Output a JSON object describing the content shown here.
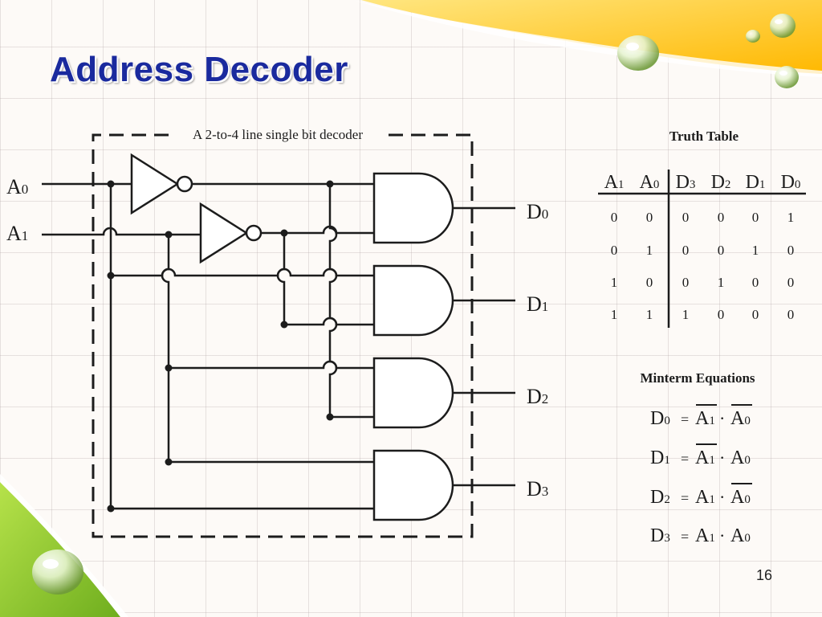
{
  "slide": {
    "title": "Address Decoder",
    "page_number": "16"
  },
  "decoder": {
    "caption": "A 2-to-4 line single bit decoder",
    "inputs": [
      {
        "base": "A",
        "sub": "0"
      },
      {
        "base": "A",
        "sub": "1"
      }
    ],
    "outputs": [
      {
        "base": "D",
        "sub": "0"
      },
      {
        "base": "D",
        "sub": "1"
      },
      {
        "base": "D",
        "sub": "2"
      },
      {
        "base": "D",
        "sub": "3"
      }
    ]
  },
  "truth_table": {
    "title": "Truth Table",
    "headers": [
      {
        "base": "A",
        "sub": "1"
      },
      {
        "base": "A",
        "sub": "0"
      },
      {
        "base": "D",
        "sub": "3"
      },
      {
        "base": "D",
        "sub": "2"
      },
      {
        "base": "D",
        "sub": "1"
      },
      {
        "base": "D",
        "sub": "0"
      }
    ],
    "rows": [
      [
        "0",
        "0",
        "0",
        "0",
        "0",
        "1"
      ],
      [
        "0",
        "1",
        "0",
        "0",
        "1",
        "0"
      ],
      [
        "1",
        "0",
        "0",
        "1",
        "0",
        "0"
      ],
      [
        "1",
        "1",
        "1",
        "0",
        "0",
        "0"
      ]
    ]
  },
  "minterms": {
    "title": "Minterm Equations",
    "equations": [
      {
        "out": {
          "base": "D",
          "sub": "0"
        },
        "eq": "=",
        "a": {
          "base": "A",
          "sub": "1",
          "bar": true
        },
        "dot": "·",
        "b": {
          "base": "A",
          "sub": "0",
          "bar": true
        }
      },
      {
        "out": {
          "base": "D",
          "sub": "1"
        },
        "eq": "=",
        "a": {
          "base": "A",
          "sub": "1",
          "bar": true
        },
        "dot": "·",
        "b": {
          "base": "A",
          "sub": "0",
          "bar": false
        }
      },
      {
        "out": {
          "base": "D",
          "sub": "2"
        },
        "eq": "=",
        "a": {
          "base": "A",
          "sub": "1",
          "bar": false
        },
        "dot": "·",
        "b": {
          "base": "A",
          "sub": "0",
          "bar": true
        }
      },
      {
        "out": {
          "base": "D",
          "sub": "3"
        },
        "eq": "=",
        "a": {
          "base": "A",
          "sub": "1",
          "bar": false
        },
        "dot": "·",
        "b": {
          "base": "A",
          "sub": "0",
          "bar": false
        }
      }
    ]
  },
  "colors": {
    "title": "#1a2a9e",
    "wire": "#1c1c1c",
    "accent_yellow": "#ffc400",
    "accent_green": "#8ccb2a"
  }
}
